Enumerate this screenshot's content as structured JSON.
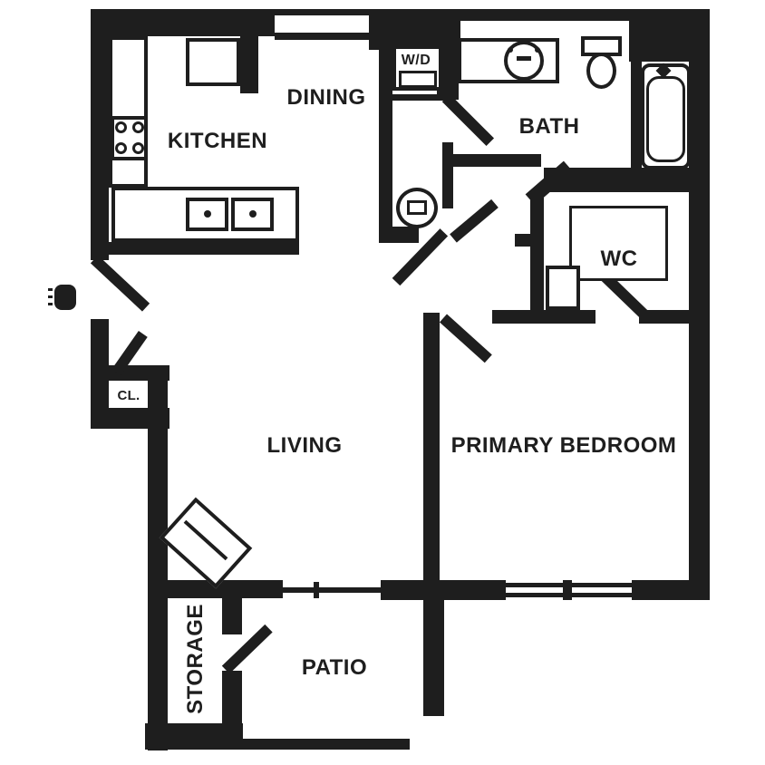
{
  "plan": {
    "background": "#ffffff",
    "ink": "#1e1e1e",
    "type": "apartment-floor-plan"
  },
  "rooms": {
    "kitchen": {
      "label": "KITCHEN"
    },
    "dining": {
      "label": "DINING"
    },
    "bath": {
      "label": "BATH"
    },
    "wc": {
      "label": "WC"
    },
    "living": {
      "label": "LIVING"
    },
    "bedroom": {
      "label": "PRIMARY BEDROOM"
    },
    "closet": {
      "label": "CL."
    },
    "laundry": {
      "label": "W/D"
    },
    "patio": {
      "label": "PATIO"
    },
    "storage": {
      "label": "STORAGE"
    }
  }
}
